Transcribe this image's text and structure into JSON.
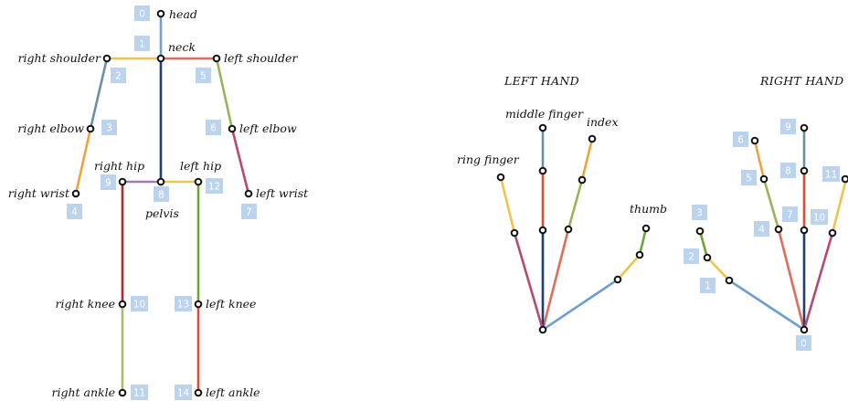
{
  "body": {
    "labels": {
      "head": "head",
      "neck": "neck",
      "right_shoulder": "right shoulder",
      "left_shoulder": "left shoulder",
      "right_elbow": "right elbow",
      "left_elbow": "left elbow",
      "right_wrist": "right wrist",
      "left_wrist": "left wrist",
      "right_hip": "right hip",
      "left_hip": "left hip",
      "pelvis": "pelvis",
      "right_knee": "right knee",
      "left_knee": "left knee",
      "right_ankle": "right ankle",
      "left_ankle": "left ankle"
    },
    "indices": {
      "head": "0",
      "neck": "1",
      "right_shoulder": "2",
      "right_elbow": "3",
      "right_wrist": "4",
      "left_shoulder": "5",
      "left_elbow": "6",
      "left_wrist": "7",
      "pelvis": "8",
      "right_hip": "9",
      "right_knee": "10",
      "right_ankle": "11",
      "left_hip": "12",
      "left_knee": "13",
      "left_ankle": "14"
    }
  },
  "left_hand": {
    "title": "LEFT HAND",
    "labels": {
      "middle_finger": "middle finger",
      "index": "index",
      "ring_finger": "ring finger",
      "thumb": "thumb"
    }
  },
  "right_hand": {
    "title": "RIGHT HAND",
    "indices": {
      "wrist": "0",
      "thumb_1": "1",
      "thumb_2": "2",
      "thumb_3": "3",
      "index_1": "4",
      "index_2": "5",
      "index_3": "6",
      "middle_1": "7",
      "middle_2": "8",
      "middle_3": "9",
      "ring_1": "10",
      "ring_2": "11"
    }
  },
  "colors": {
    "blue": "#6d9fd4",
    "navy": "#1f3d7a",
    "yellow": "#f2c34a",
    "red_orange": "#e06c5c",
    "steel": "#6a8fa6",
    "sage": "#98b45a",
    "orange": "#f0a23c",
    "magenta": "#b54a72",
    "purple": "#a478b8",
    "dark_red": "#b8262a",
    "olive_light": "#a7c069",
    "green": "#6fa33c",
    "red": "#e14b36",
    "badge": "#bcd3ee"
  }
}
